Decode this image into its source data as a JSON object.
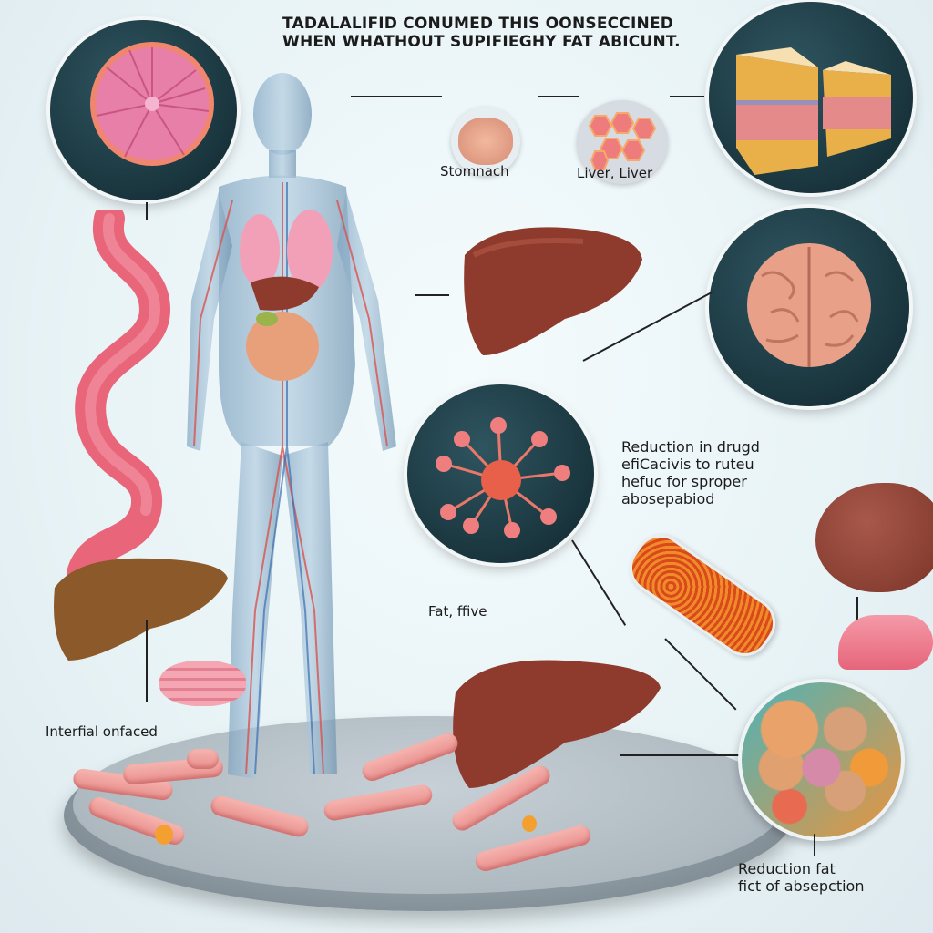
{
  "title": {
    "line1": "Tadalalifid conumed this oonseccined",
    "line2": "when whathout supifieghy fat abicunt."
  },
  "labels": {
    "stomach": "Stomnach",
    "liver": "Liver, Liver",
    "reduction_drug": [
      "Reduction in drugd",
      "efiCacivis to ruteu",
      "hefuc for sproper",
      "abosepabiod"
    ],
    "fat": "Fat, ffive",
    "internal": "Interfial onfaced",
    "reduction_fat": [
      "Reduction fat",
      "fict of absepction"
    ]
  },
  "illustrations": {
    "top_left_circle": "stomach-cross-section",
    "top_right_circle": "fat-tissue-layers",
    "mid_right_circle": "brain",
    "center_circle": "molecule",
    "bottom_right_circle": "intestinal-absorption-closeup",
    "small_circle_1": "stomach-tissue",
    "small_circle_2": "liver-cells",
    "figure": "transparent-human-anatomy"
  },
  "colors": {
    "circle_bg": "#1e3c45",
    "liver": "#8e3a2c",
    "stomach": "#e86a78",
    "intestine": "#f0a8a4",
    "background": "#eef6f8"
  }
}
